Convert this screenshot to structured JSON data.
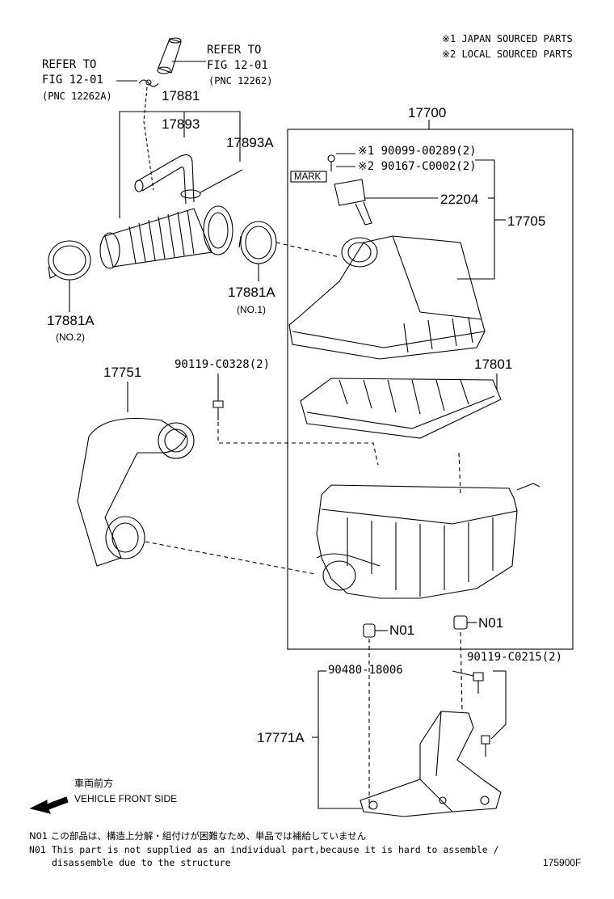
{
  "legend": {
    "japan": "※1 JAPAN SOURCED PARTS",
    "local": "※2 LOCAL SOURCED PARTS"
  },
  "refs": {
    "refer_right_1": "REFER TO",
    "refer_right_2": "FIG 12-01",
    "refer_right_3": "(PNC 12262)",
    "refer_left_1": "REFER TO",
    "refer_left_2": "FIG 12-01",
    "refer_left_3": "(PNC 12262A)"
  },
  "parts": {
    "p17881": "17881",
    "p17893": "17893",
    "p17893A": "17893A",
    "p17700": "17700",
    "p90099": "※1 90099-00289(2)",
    "p90167": "※2 90167-C0002(2)",
    "mark": "MARK",
    "p22204": "22204",
    "p17705": "17705",
    "p17881A_1": "17881A",
    "no1": "(NO.1)",
    "p17881A_2": "17881A",
    "no2": "(NO.2)",
    "p17751": "17751",
    "p90119_c0328": "90119-C0328(2)",
    "p17801": "17801",
    "n01_a": "N01",
    "n01_b": "N01",
    "p90480": "90480-18006",
    "p90119_c0215": "90119-C0215(2)",
    "p17771A": "17771A"
  },
  "front": {
    "jp": "車両前方",
    "en": "VEHICLE FRONT SIDE"
  },
  "notes": {
    "jp": "N01 この部品は、構造上分解・組付けが困難なため、単品では補給していません",
    "en1": "N01 This part is not supplied as an individual part,because it is hard to assemble /",
    "en2": "disassemble due to the structure"
  },
  "figure_id": "175900F"
}
